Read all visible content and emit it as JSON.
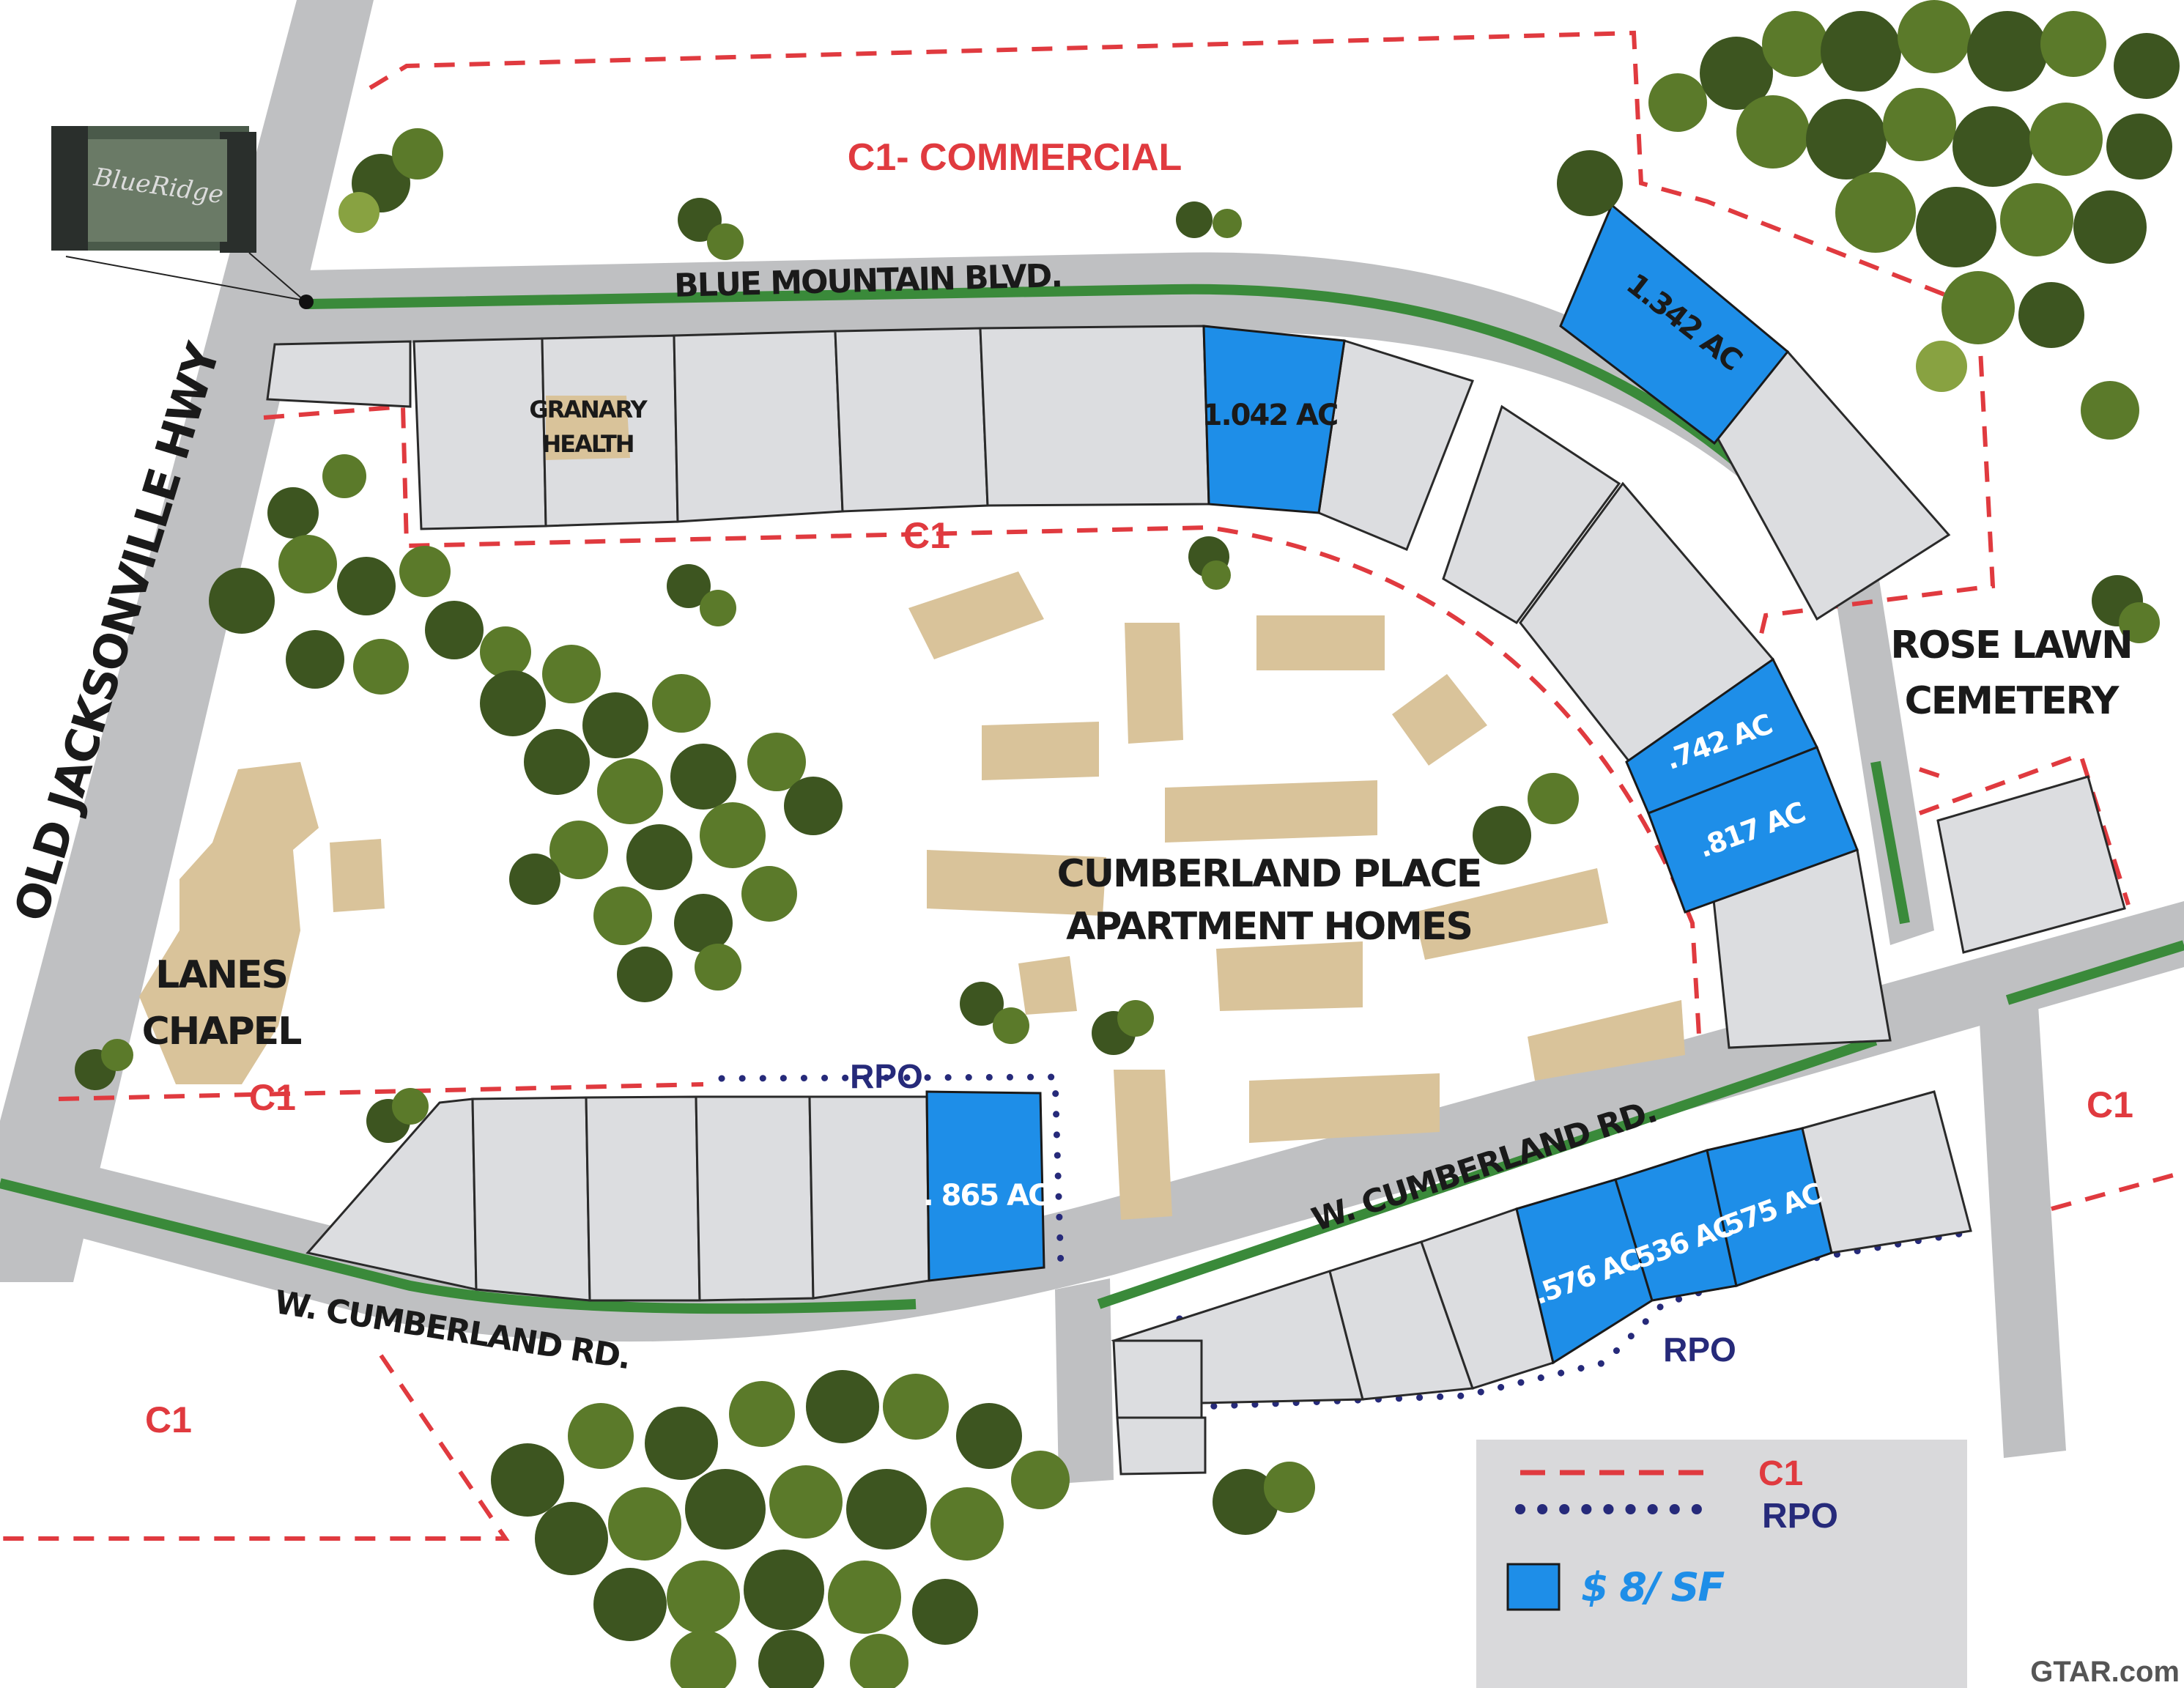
{
  "zones": {
    "c1_commercial": "C1- COMMERCIAL",
    "c1_labels": [
      "C1",
      "C1",
      "C1"
    ]
  },
  "roads": {
    "blue_mountain": "BLUE MOUNTAIN BLVD.",
    "old_jacksonville": "OLD JACKSONVILLE HWY",
    "w_cumberland_upper": "W. CUMBERLAND RD.",
    "w_cumberland_lower": "W. CUMBERLAND RD."
  },
  "places": {
    "granary": "GRANARY\nHEALTH",
    "granary_line1": "GRANARY",
    "granary_line2": "HEALTH",
    "apartments_line1": "CUMBERLAND PLACE",
    "apartments_line2": "APARTMENT HOMES",
    "chapel_line1": "LANES",
    "chapel_line2": "CHAPEL",
    "cemetery_line1": "ROSE LAWN",
    "cemetery_line2": "CEMETERY",
    "sign_text": "BlueRidge"
  },
  "lots": {
    "lot_1042": "1.042 AC",
    "lot_1342": "1.342 AC",
    "lot_742": ".742 AC",
    "lot_817": ".817 AC",
    "lot_865": ". 865 AC",
    "lot_576": ".576 AC",
    "lot_536": ".536 AC",
    "lot_575": ".575 AC"
  },
  "rpo_labels": [
    "RPO",
    "RPO"
  ],
  "legend": {
    "c1": "C1",
    "rpo": "RPO",
    "price": "$ 8/ SF"
  },
  "watermark": "GTAR.com",
  "colors": {
    "zone_red": "#e03a3f",
    "rpo_navy": "#262a7a",
    "available_blue": "#1e8ee8",
    "median_green": "#3a8a3a",
    "building_tan": "#d9c39a",
    "lot_gray": "#dcdde0"
  }
}
